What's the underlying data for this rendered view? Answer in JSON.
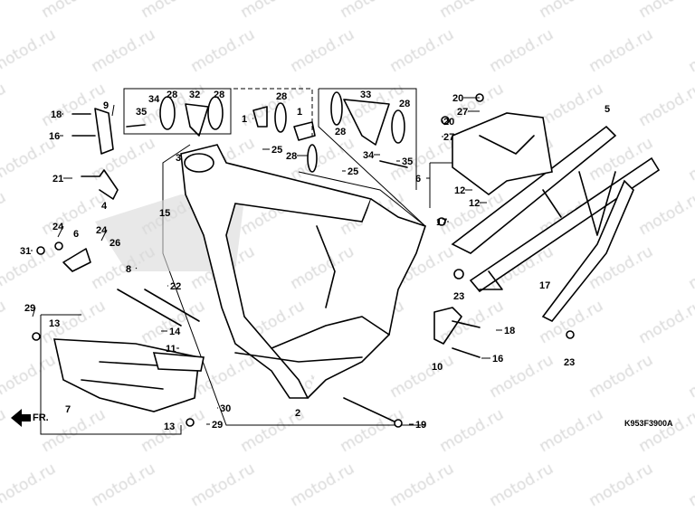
{
  "watermark": "motod.ru",
  "diagram_code": "K953F3900A",
  "front_indicator": "FR.",
  "callouts": [
    "9",
    "18",
    "16",
    "21",
    "3",
    "4",
    "15",
    "24",
    "24",
    "26",
    "6",
    "31",
    "8",
    "22",
    "14",
    "29",
    "13",
    "11",
    "7",
    "13",
    "29",
    "30",
    "2",
    "19",
    "35",
    "34",
    "28",
    "32",
    "28",
    "1",
    "28",
    "1",
    "28",
    "25",
    "33",
    "28",
    "28",
    "34",
    "35",
    "25",
    "20",
    "27",
    "20",
    "27",
    "6",
    "12",
    "12",
    "5",
    "17",
    "23",
    "18",
    "10",
    "16",
    "17",
    "23"
  ]
}
